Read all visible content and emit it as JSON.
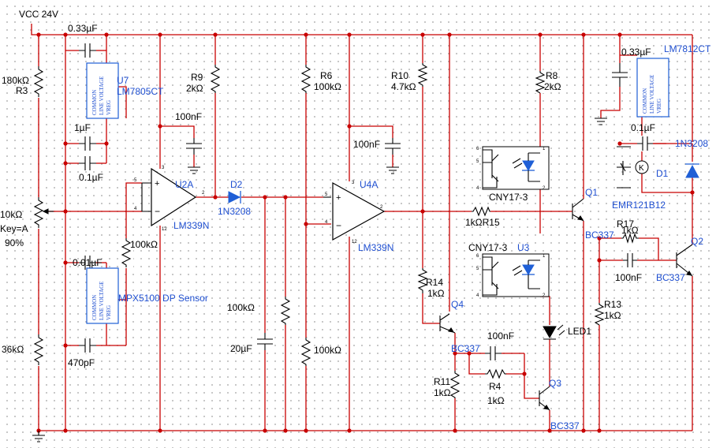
{
  "vcc": "VCC  24V",
  "u7": {
    "ref": "U7",
    "part": "LM7805CT",
    "cap_in": "0.33µF",
    "cap_a": "1µF",
    "cap_b": "0.1µF"
  },
  "u7_pins": {
    "line": "LINE VOLTAGE",
    "common": "COMMON",
    "vreg": "VREG"
  },
  "sensor": {
    "part": "MPX5100 DP Sensor",
    "cap_top": "0.01µF",
    "cap_bot": "470pF"
  },
  "r3": {
    "value": "180kΩ",
    "ref": "R3"
  },
  "pot": {
    "value": "10kΩ",
    "key": "Key=A",
    "setting": "90%"
  },
  "r_bottom": {
    "value": "36kΩ"
  },
  "r9": {
    "ref": "R9",
    "value": "2kΩ"
  },
  "c_u2": {
    "value": "100nF"
  },
  "u2a": {
    "ref": "U2A",
    "part": "LM339N",
    "pin3": "3",
    "pin2": "2",
    "pin12": "12",
    "pin5": "5",
    "pin4": "4"
  },
  "r_100k_a": {
    "value": "100kΩ"
  },
  "d2": {
    "ref": "D2",
    "part": "1N3208"
  },
  "r_100k_b": {
    "value": "100kΩ"
  },
  "c_20u": {
    "value": "20µF"
  },
  "r6": {
    "ref": "R6",
    "value": "100kΩ"
  },
  "r_100k_c": {
    "value": "100kΩ"
  },
  "c_u4": {
    "value": "100nF"
  },
  "u4a": {
    "ref": "U4A",
    "part": "LM339N",
    "pin3": "3",
    "pin2": "2",
    "pin12": "12",
    "pin5": "5",
    "pin4": "4"
  },
  "r10": {
    "ref": "R10",
    "value": "4.7kΩ"
  },
  "r14": {
    "ref": "R14",
    "value": "1kΩ"
  },
  "q4": {
    "ref": "Q4",
    "part": "BC337"
  },
  "r11": {
    "ref": "R11",
    "value": "1kΩ"
  },
  "c_q4": {
    "value": "100nF"
  },
  "r4": {
    "ref": "R4",
    "value": "1kΩ"
  },
  "q3": {
    "ref": "Q3",
    "part": "BC337"
  },
  "led1": {
    "ref": "LED1"
  },
  "r15": {
    "label": "1kΩR15"
  },
  "opto_top": {
    "part": "CNY17-3",
    "pin6": "6",
    "pin5": "5",
    "pin4": "4",
    "pin1": "1",
    "pin2": "2"
  },
  "r8": {
    "ref": "R8",
    "value": "2kΩ"
  },
  "opto_bot": {
    "part": "CNY17-3",
    "ref": "U3"
  },
  "q1": {
    "ref": "Q1",
    "part": "BC337"
  },
  "lm7812": {
    "part": "LM7812CT",
    "cap_in": "0.33µF",
    "cap_out": "0.1µF"
  },
  "relay": {
    "part": "EMR121B12",
    "coil": "K"
  },
  "d1": {
    "ref": "D1",
    "part": "1N3208"
  },
  "r17": {
    "ref": "R17",
    "value": "1kΩ"
  },
  "c_q2": {
    "value": "100nF"
  },
  "q2": {
    "ref": "Q2",
    "part": "BC337"
  },
  "r13": {
    "ref": "R13",
    "value": "1kΩ"
  }
}
